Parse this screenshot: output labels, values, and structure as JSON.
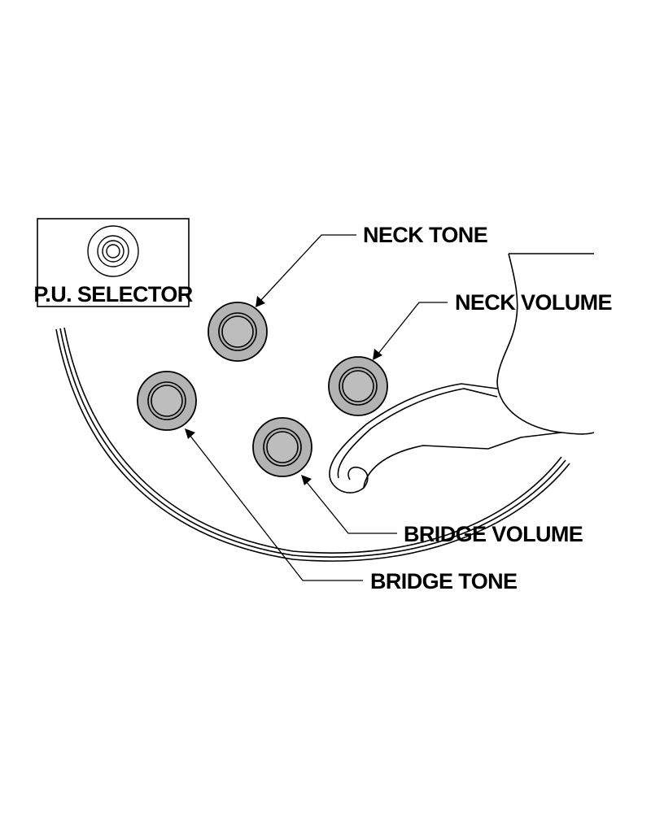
{
  "labels": {
    "pu_selector": "P.U. SELECTOR",
    "neck_tone": "NECK TONE",
    "neck_volume": "NECK VOLUME",
    "bridge_volume": "BRIDGE VOLUME",
    "bridge_tone": "BRIDGE TONE"
  },
  "colors": {
    "line": "#000000",
    "knob_fill": "#b3b3b3",
    "cap_fill": "#bdbdbd",
    "background": "#ffffff"
  },
  "icons": {
    "selector": "toggle-switch-icon",
    "knob": "control-knob-icon"
  }
}
